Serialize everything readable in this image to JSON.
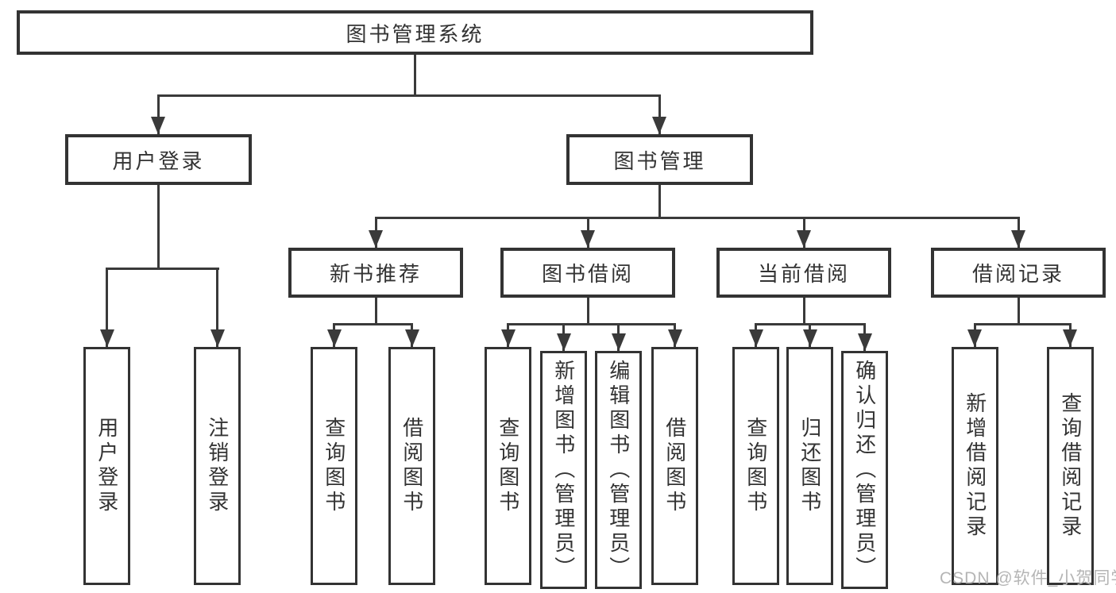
{
  "diagram_title": "图书管理系统",
  "tree": {
    "root": {
      "label": "图书管理系统"
    },
    "branches": [
      {
        "label": "用户登录",
        "children": [
          {
            "label": "用户登录"
          },
          {
            "label": "注销登录"
          }
        ]
      },
      {
        "label": "图书管理",
        "children": [
          {
            "label": "新书推荐",
            "children": [
              {
                "label": "查询图书"
              },
              {
                "label": "借阅图书"
              }
            ]
          },
          {
            "label": "图书借阅",
            "children": [
              {
                "label": "查询图书"
              },
              {
                "label": "新增图书（管理员）"
              },
              {
                "label": "编辑图书（管理员）"
              },
              {
                "label": "借阅图书"
              }
            ]
          },
          {
            "label": "当前借阅",
            "children": [
              {
                "label": "查询图书"
              },
              {
                "label": "归还图书"
              },
              {
                "label": "确认归还（管理员）"
              }
            ]
          },
          {
            "label": "借阅记录",
            "children": [
              {
                "label": "新增借阅记录"
              },
              {
                "label": "查询借阅记录"
              }
            ]
          }
        ]
      }
    ]
  },
  "watermark": {
    "text": "CSDN @软件_小贺同学"
  },
  "colors": {
    "line": "#3a3a3a",
    "box_border": "#333333",
    "text": "#333333",
    "watermark": "#b5b5b5",
    "background": "#ffffff"
  }
}
